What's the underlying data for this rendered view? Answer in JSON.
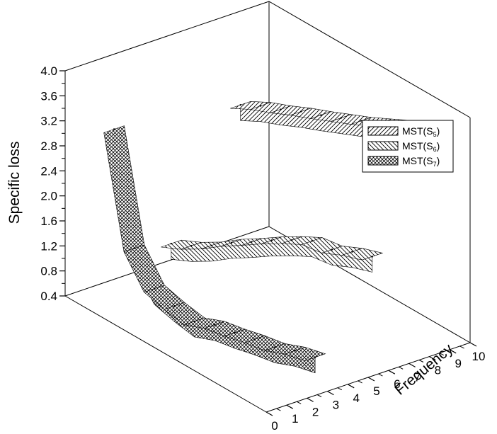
{
  "chart_data": {
    "type": "area",
    "projection": "3d-ribbon",
    "ylabel": "Specific loss",
    "xlabel": "Frequency",
    "y_ticks": [
      "0.4",
      "0.8",
      "1.2",
      "1.6",
      "2.0",
      "2.4",
      "2.8",
      "3.2",
      "3.6",
      "4.0"
    ],
    "ylim": [
      0.4,
      4.0
    ],
    "x_ticks": [
      "0",
      "1",
      "2",
      "3",
      "4",
      "5",
      "6",
      "7",
      "8",
      "9",
      "10"
    ],
    "xlim": [
      0,
      10
    ],
    "grid": false,
    "legend_position": "right",
    "series": [
      {
        "name_main": "MST(S",
        "name_sub": "5",
        "name_tail": ")",
        "pattern": "hatch-forward",
        "x": [
          0,
          1,
          2,
          3,
          4,
          5,
          6,
          7,
          8,
          9,
          10
        ],
        "values": [
          2.5,
          2.67,
          2.8,
          2.95,
          3.08,
          3.22,
          3.36,
          3.52,
          3.68,
          3.86,
          4.05
        ]
      },
      {
        "name_main": "MST(S",
        "name_sub": "6",
        "name_tail": ")",
        "pattern": "hatch-backward",
        "x": [
          0,
          1,
          2,
          3,
          4,
          5,
          6,
          7,
          8,
          9,
          10
        ],
        "values": [
          0.66,
          0.81,
          1.0,
          1.23,
          1.43,
          1.64,
          1.83,
          2.0,
          2.05,
          2.2,
          2.31
        ]
      },
      {
        "name_main": "MST(S",
        "name_sub": "7",
        "name_tail": ")",
        "pattern": "crosshatch",
        "x": [
          0,
          1,
          2,
          3,
          4,
          5,
          6,
          7,
          8,
          9,
          10
        ],
        "values": [
          2.8,
          1.08,
          0.62,
          0.53,
          0.47,
          0.6,
          0.66,
          0.74,
          0.8,
          0.93,
          1.01
        ]
      }
    ]
  }
}
